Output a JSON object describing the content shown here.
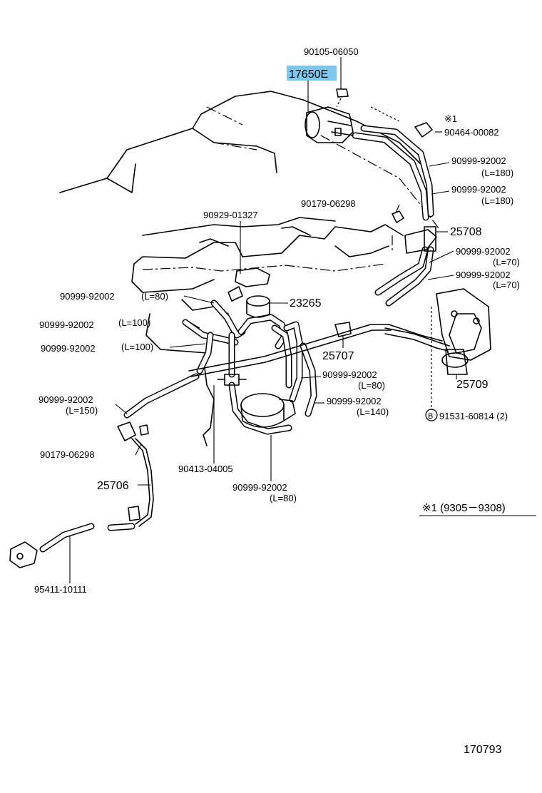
{
  "highlight_color": "#7cc8ec",
  "labels": {
    "bolt_90105": "90105-06050",
    "vsv_17650E": "17650E",
    "note_mark_1": "※1",
    "clip_90464": "90464-00082",
    "hose_90999_a": "90999-92002",
    "hose_90999_a_len": "(L=180)",
    "hose_90999_b": "90999-92002",
    "hose_90999_b_len": "(L=180)",
    "plug_90179_top": "90179-06298",
    "clamp_90929": "90929-01327",
    "bracket_25708": "25708",
    "hose_90999_c": "90999-92002",
    "hose_90999_c_len": "(L=70)",
    "hose_90999_d": "90999-92002",
    "hose_90999_d_len": "(L=70)",
    "hose_90999_e": "90999-92002",
    "hose_90999_e_len": "(L=80)",
    "valve_23265": "23265",
    "hose_90999_f": "90999-92002",
    "hose_90999_f_len": "(L=100)",
    "hose_90999_g": "90999-92002",
    "hose_90999_g_len": "(L=100)",
    "pipe_25707": "25707",
    "hose_90999_h": "90999-92002",
    "hose_90999_h_len": "(L=80)",
    "valve_25709": "25709",
    "hose_90999_i": "90999-92002",
    "hose_90999_i_len": "(L=150)",
    "hose_90999_j": "90999-92002",
    "hose_90999_j_len": "(L=140)",
    "bolt_91531": "91531-60814 (2)",
    "bolt_91531_marker": "B",
    "plug_90179_left": "90179-06298",
    "union_90413": "90413-04005",
    "pipe_25706": "25706",
    "hose_90999_k": "90999-92002",
    "hose_90999_k_len": "(L=80)",
    "hose_95411": "95411-10111",
    "note_text": "※1 (9305－9308)",
    "diagram_number": "170793"
  }
}
